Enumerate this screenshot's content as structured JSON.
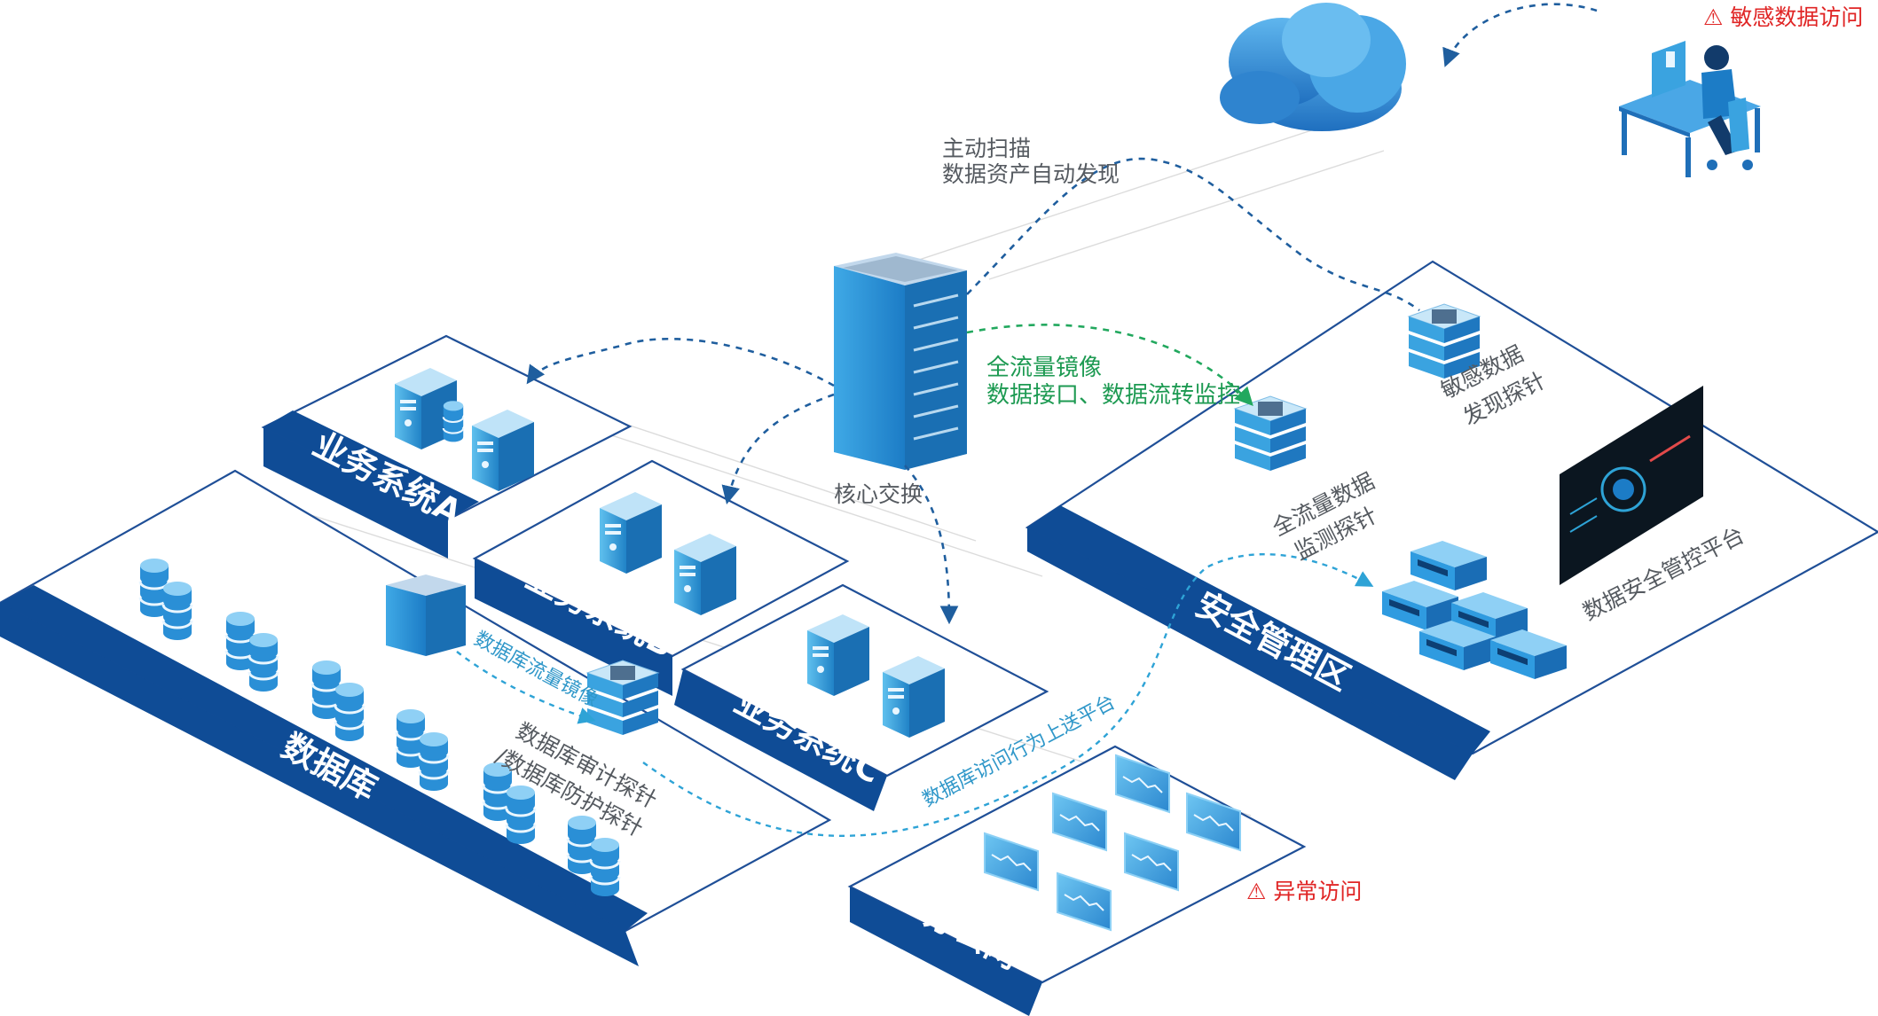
{
  "zones": {
    "sys_a": "业务系统A",
    "sys_b": "业务系统B",
    "sys_c": "业务系统C",
    "database": "数据库",
    "security": "安全管理区",
    "office": "办公网"
  },
  "nodes": {
    "core_switch": "核心交换",
    "sensitive_probe_line1": "敏感数据",
    "sensitive_probe_line2": "发现探针",
    "traffic_probe_line1": "全流量数据",
    "traffic_probe_line2": "监测探针",
    "platform": "数据安全管控平台",
    "db_probe_line1": "数据库审计探针",
    "db_probe_line2": "/数据库防护探针"
  },
  "annotations": {
    "scan_line1": "主动扫描",
    "scan_line2": "数据资产自动发现",
    "mirror_line1": "全流量镜像",
    "mirror_line2": "数据接口、数据流转监控",
    "db_mirror": "数据库流量镜像",
    "db_upload": "数据库访问行为上送平台"
  },
  "alerts": {
    "sensitive_access": "敏感数据访问",
    "abnormal_access": "异常访问"
  },
  "colors": {
    "zone_band": "#0f4c96",
    "zone_outline": "#1f4f97",
    "device_blue": "#2d9fdd",
    "flow_blue": "#1f5e9e",
    "flow_green": "#22a85e",
    "alert_red": "#e02525"
  },
  "icons": [
    "cloud-icon",
    "user-workstation-icon",
    "server-tower-icon",
    "database-cylinder-icon",
    "core-switch-icon",
    "probe-device-icon",
    "monitor-panel-icon",
    "rack-unit-icon",
    "warning-triangle-icon"
  ]
}
